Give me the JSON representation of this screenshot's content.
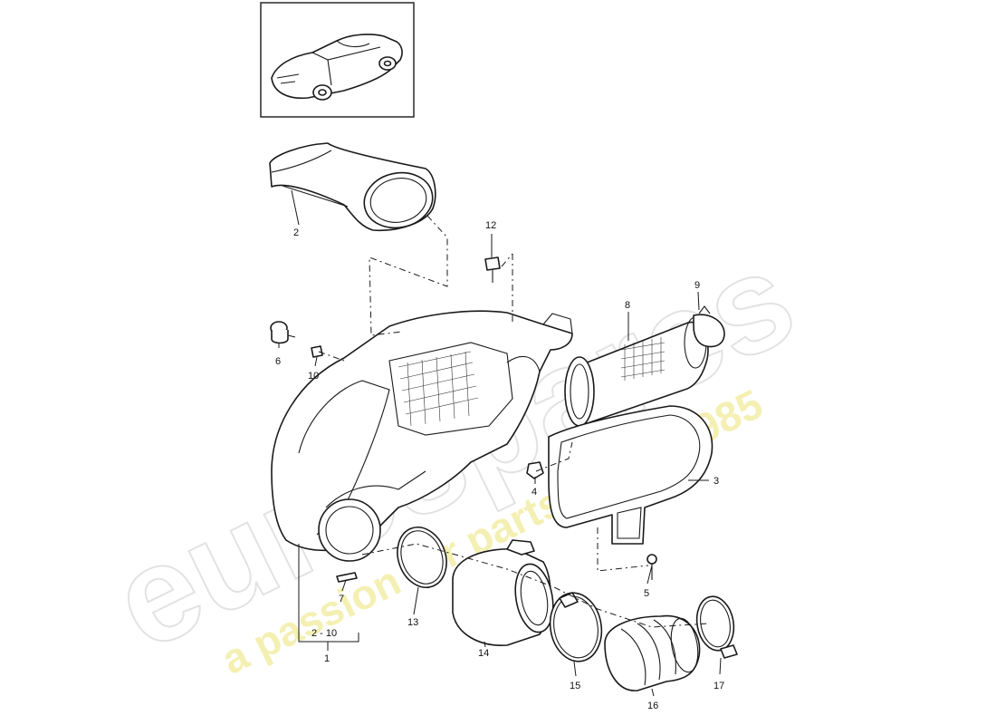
{
  "watermark": {
    "brand": "eurospares",
    "tagline": "a passion for parts since 1985"
  },
  "callouts": [
    {
      "id": "1",
      "label": "1"
    },
    {
      "id": "2",
      "label": "2"
    },
    {
      "id": "3",
      "label": "3"
    },
    {
      "id": "4",
      "label": "4"
    },
    {
      "id": "5",
      "label": "5"
    },
    {
      "id": "6",
      "label": "6"
    },
    {
      "id": "7",
      "label": "7"
    },
    {
      "id": "8",
      "label": "8"
    },
    {
      "id": "9",
      "label": "9"
    },
    {
      "id": "10",
      "label": "10"
    },
    {
      "id": "12",
      "label": "12"
    },
    {
      "id": "13",
      "label": "13"
    },
    {
      "id": "14",
      "label": "14"
    },
    {
      "id": "15",
      "label": "15"
    },
    {
      "id": "16",
      "label": "16"
    },
    {
      "id": "17",
      "label": "17"
    }
  ],
  "range_label": "2 - 10",
  "colors": {
    "line": "#1a1a1a",
    "watermark_logo": "#d9d9d9",
    "watermark_tagline": "#f1ec9a"
  }
}
